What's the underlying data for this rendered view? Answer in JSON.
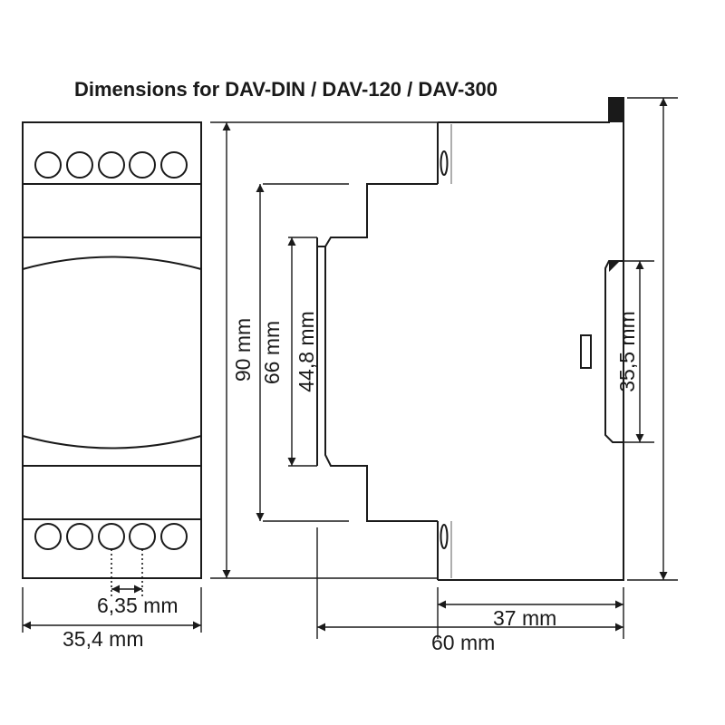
{
  "title": "Dimensions for DAV-DIN / DAV-120 / DAV-300",
  "dimensions": {
    "height_total": "90 mm",
    "height_mid": "66 mm",
    "height_rail": "44,8 mm",
    "height_side": "35,5 mm",
    "terminal_pitch": "6,35 mm",
    "width_front": "35,4 mm",
    "depth_partial": "37 mm",
    "depth_total": "60 mm"
  },
  "terminals": {
    "top_count": 5,
    "bottom_count": 5
  },
  "colors": {
    "line": "#1a1a1a",
    "background": "#ffffff",
    "highlight": "#9a9a9a"
  }
}
